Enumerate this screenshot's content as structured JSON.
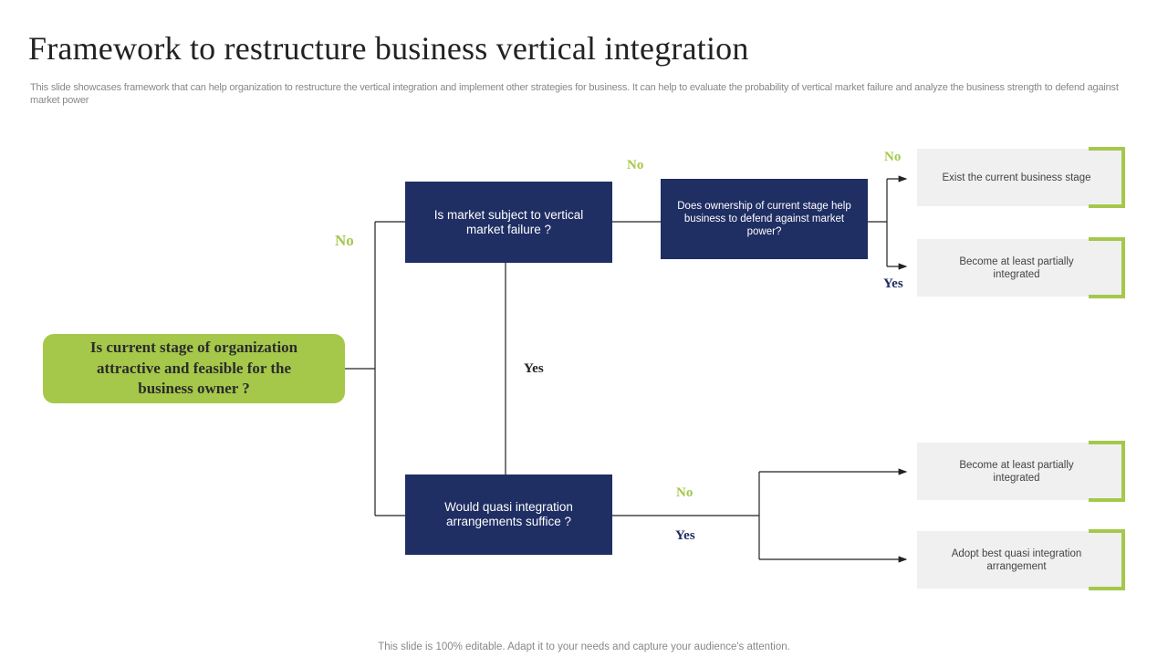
{
  "slide": {
    "title": "Framework to restructure business vertical integration",
    "subtitle": "This slide showcases framework that can help organization to restructure the vertical integration and implement other strategies for business. It can help to evaluate the probability of vertical market failure and analyze the business strength to defend against market power",
    "footer": "This slide is 100% editable. Adapt it to your needs and capture your audience's attention."
  },
  "colors": {
    "accent_green": "#a5c84a",
    "navy": "#1f2e63",
    "outcome_bg": "#f0f0f0"
  },
  "diagram": {
    "start": {
      "text": "Is current stage of organization attractive and feasible for the business owner ?"
    },
    "questions": [
      {
        "id": "q1",
        "text": "Is market subject to vertical market failure ?"
      },
      {
        "id": "q2",
        "text": "Does ownership of current stage help business to defend against market power?"
      },
      {
        "id": "q3",
        "text": "Would quasi integration arrangements suffice ?"
      }
    ],
    "outcomes": [
      {
        "id": "o1",
        "text": "Exist the current business stage"
      },
      {
        "id": "o2",
        "text": "Become at least partially integrated"
      },
      {
        "id": "o3",
        "text": "Become at least partially integrated"
      },
      {
        "id": "o4",
        "text": "Adopt best quasi integration arrangement"
      }
    ],
    "labels": {
      "start_no": "No",
      "q1_no": "No",
      "q1_yes": "Yes",
      "q2_no": "No",
      "q2_yes": "Yes",
      "q3_no": "No",
      "q3_yes": "Yes"
    },
    "edges": [
      {
        "from": "start",
        "to": "q1",
        "label": "No"
      },
      {
        "from": "start",
        "to": "q3"
      },
      {
        "from": "q1",
        "to": "q2",
        "label": "No"
      },
      {
        "from": "q1",
        "to": "q3",
        "label": "Yes"
      },
      {
        "from": "q2",
        "to": "o1",
        "label": "No"
      },
      {
        "from": "q2",
        "to": "o2",
        "label": "Yes"
      },
      {
        "from": "q3",
        "to": "o3",
        "label": "No"
      },
      {
        "from": "q3",
        "to": "o4",
        "label": "Yes"
      }
    ]
  }
}
